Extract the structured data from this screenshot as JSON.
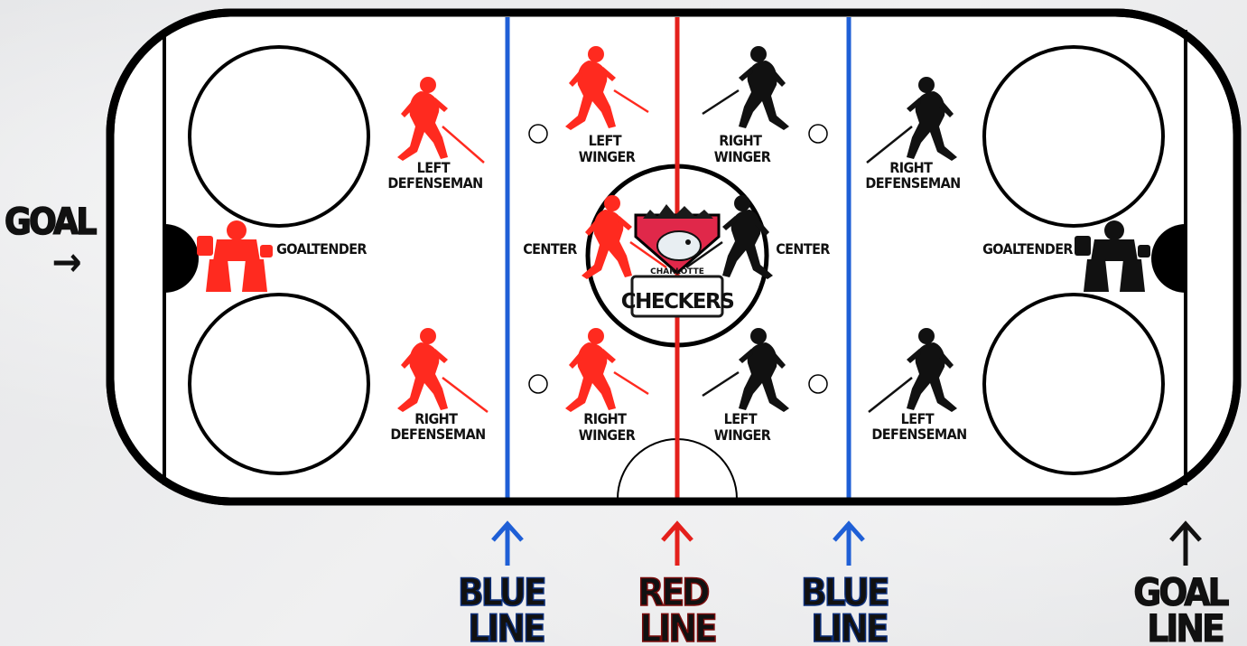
{
  "colors": {
    "blue_line": "#1f5fd6",
    "red_line": "#e4201c",
    "home_team": "#ff2a1f",
    "away_team": "#111111",
    "logo_red": "#e0284a"
  },
  "left_label": {
    "text": "GOAL",
    "arrow": "→"
  },
  "players_home": [
    {
      "id": "goaltender",
      "lines": [
        "GOALTENDER"
      ]
    },
    {
      "id": "left-defenseman",
      "lines": [
        "LEFT",
        "DEFENSEMAN"
      ]
    },
    {
      "id": "right-defenseman",
      "lines": [
        "RIGHT",
        "DEFENSEMAN"
      ]
    },
    {
      "id": "left-winger",
      "lines": [
        "LEFT",
        "WINGER"
      ]
    },
    {
      "id": "center",
      "lines": [
        "CENTER"
      ]
    },
    {
      "id": "right-winger",
      "lines": [
        "RIGHT",
        "WINGER"
      ]
    }
  ],
  "players_away": [
    {
      "id": "right-winger",
      "lines": [
        "RIGHT",
        "WINGER"
      ]
    },
    {
      "id": "center",
      "lines": [
        "CENTER"
      ]
    },
    {
      "id": "left-winger",
      "lines": [
        "LEFT",
        "WINGER"
      ]
    },
    {
      "id": "right-defenseman",
      "lines": [
        "RIGHT",
        "DEFENSEMAN"
      ]
    },
    {
      "id": "left-defenseman",
      "lines": [
        "LEFT",
        "DEFENSEMAN"
      ]
    },
    {
      "id": "goaltender",
      "lines": [
        "GOALTENDER"
      ]
    }
  ],
  "logo": {
    "team": "CHECKERS",
    "city": "CHARLOTTE"
  },
  "bottom_labels": [
    {
      "id": "blue-line-left",
      "lines": [
        "BLUE",
        "LINE"
      ],
      "color": "#1f5fd6"
    },
    {
      "id": "red-line",
      "lines": [
        "RED",
        "LINE"
      ],
      "color": "#e4201c"
    },
    {
      "id": "blue-line-right",
      "lines": [
        "BLUE",
        "LINE"
      ],
      "color": "#1f5fd6"
    },
    {
      "id": "goal-line",
      "lines": [
        "GOAL",
        "LINE"
      ],
      "color": "#111111"
    }
  ]
}
